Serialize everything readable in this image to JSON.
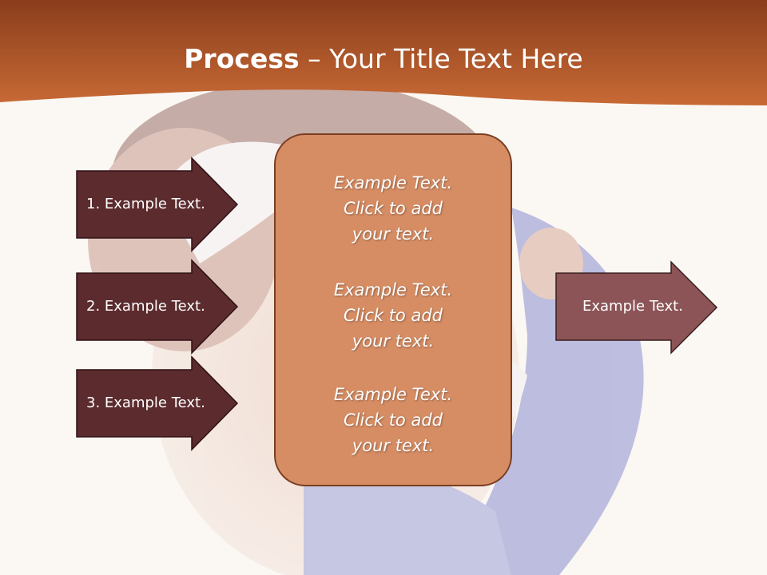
{
  "slide": {
    "title_bold": "Process",
    "title_rest": " – Your Title Text Here",
    "left_arrows": [
      {
        "label": "1. Example Text."
      },
      {
        "label": "2. Example Text."
      },
      {
        "label": "3. Example Text."
      }
    ],
    "center_box": {
      "blocks": [
        [
          "Example Text.",
          "Click  to add",
          "your text."
        ],
        [
          "Example Text.",
          "Click  to add",
          "your text."
        ],
        [
          "Example Text.",
          "Click  to add",
          "your text."
        ]
      ]
    },
    "right_arrow": {
      "label": "Example Text."
    }
  },
  "colors": {
    "header": "#b4562a",
    "left_arrow_fill": "#5c2b2e",
    "right_arrow_fill": "#8c5456",
    "center_box_fill": "#d68d64",
    "center_box_stroke": "#7a3e22",
    "background": "#fbf7f3"
  }
}
